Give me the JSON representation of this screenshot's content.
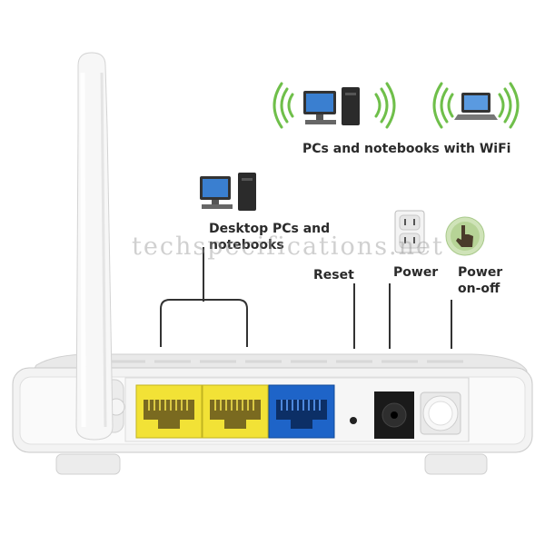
{
  "labels": {
    "wifi_clients": "PCs and notebooks with WiFi",
    "desktop_line1": "Desktop PCs and",
    "desktop_line2": "notebooks",
    "reset": "Reset",
    "power": "Power",
    "power_onoff_line1": "Power",
    "power_onoff_line2": "on-off"
  },
  "watermark": "techspecifications.net",
  "icons": [
    "wifi-desktop-pc-icon",
    "wifi-notebook-icon",
    "wired-desktop-pc-icon",
    "wall-outlet-icon",
    "hand-press-button-icon"
  ],
  "colors": {
    "lan_port": "#f2e236",
    "wan_port": "#1e64c8",
    "wifi_waves": "#6fbf4a",
    "router_body": "#f2f2f2"
  }
}
